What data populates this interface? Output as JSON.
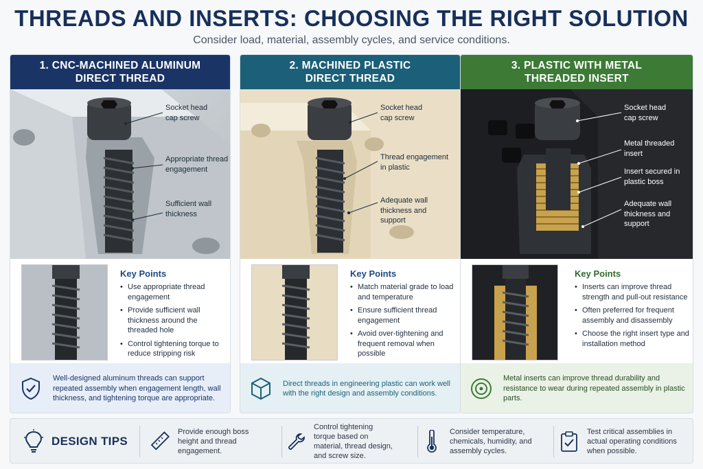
{
  "header": {
    "title": "THREADS AND INSERTS: CHOOSING THE RIGHT SOLUTION",
    "subtitle": "Consider load, material, assembly cycles, and service conditions."
  },
  "panels": [
    {
      "title_line1": "1. CNC-MACHINED ALUMINUM",
      "title_line2": "DIRECT THREAD",
      "callouts": [
        {
          "l1": "Socket head",
          "l2": "cap screw",
          "l3": ""
        },
        {
          "l1": "Appropriate thread",
          "l2": "engagement",
          "l3": ""
        },
        {
          "l1": "Sufficient wall",
          "l2": "thickness",
          "l3": ""
        }
      ],
      "key_points_title": "Key Points",
      "key_points": [
        "Use appropriate thread engagement",
        "Provide sufficient wall thickness around the threaded hole",
        "Control tightening torque to reduce stripping risk"
      ],
      "note": "Well-designed aluminum threads can support repeated assembly when engagement length, wall thickness, and tightening torque are appropriate.",
      "note_icon": "shield-check-icon"
    },
    {
      "title_line1": "2. MACHINED PLASTIC",
      "title_line2": "DIRECT THREAD",
      "callouts": [
        {
          "l1": "Socket head",
          "l2": "cap screw",
          "l3": ""
        },
        {
          "l1": "Thread engagement",
          "l2": "in plastic",
          "l3": ""
        },
        {
          "l1": "Adequate wall",
          "l2": "thickness and",
          "l3": "support"
        }
      ],
      "key_points_title": "Key Points",
      "key_points": [
        "Match material grade to load and temperature",
        "Ensure sufficient thread engagement",
        "Avoid over-tightening and frequent removal when possible"
      ],
      "note": "Direct threads in engineering plastic can work well with the right design and assembly conditions.",
      "note_icon": "cube-icon"
    },
    {
      "title_line1": "3. PLASTIC WITH METAL",
      "title_line2": "THREADED INSERT",
      "callouts": [
        {
          "l1": "Socket head",
          "l2": "cap screw",
          "l3": ""
        },
        {
          "l1": "Metal threaded",
          "l2": "insert",
          "l3": ""
        },
        {
          "l1": "Insert secured in",
          "l2": "plastic boss",
          "l3": ""
        },
        {
          "l1": "Adequate wall",
          "l2": "thickness and",
          "l3": "support"
        }
      ],
      "key_points_title": "Key Points",
      "key_points": [
        "Inserts can improve thread strength and pull-out resistance",
        "Often preferred for frequent assembly and disassembly",
        "Choose the right insert type and installation method"
      ],
      "note": "Metal inserts can improve thread durability and resistance to wear during repeated assembly in plastic parts.",
      "note_icon": "target-icon"
    }
  ],
  "design_tips": {
    "title": "DESIGN TIPS",
    "icon": "lightbulb-icon",
    "items": [
      {
        "text": "Provide enough boss height and thread engagement.",
        "icon": "ruler-icon"
      },
      {
        "text": "Control tightening torque based on material, thread design, and screw size.",
        "icon": "wrench-icon"
      },
      {
        "text": "Consider temperature, chemicals, humidity, and assembly cycles.",
        "icon": "thermometer-icon"
      },
      {
        "text": "Test critical assemblies in actual operating conditions when possible.",
        "icon": "clipboard-check-icon"
      }
    ]
  },
  "colors": {
    "title": "#17305a",
    "panel1": "#1a3466",
    "panel2": "#1b5f78",
    "panel3": "#3c7a36",
    "brass": "#c9a24e"
  }
}
